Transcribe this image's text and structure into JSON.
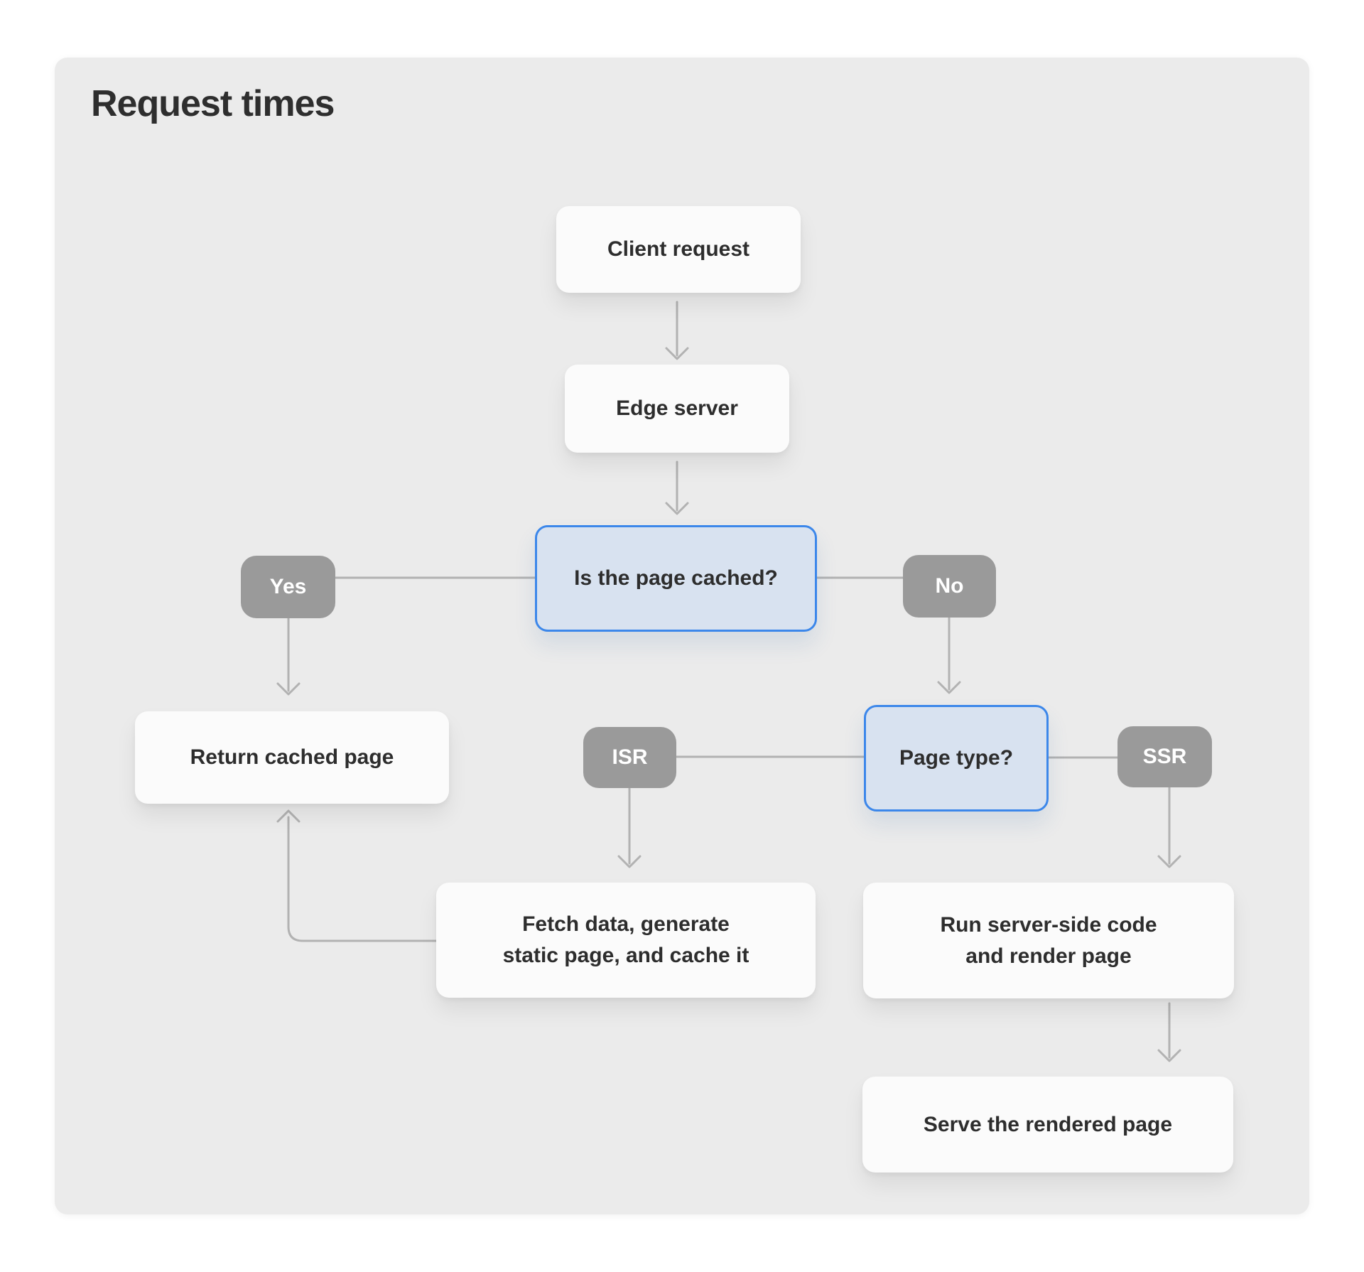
{
  "title": "Request times",
  "colors": {
    "page_background": "#ffffff",
    "card_background": "#ebebeb",
    "node_background": "#fbfbfb",
    "node_text": "#2d2d2d",
    "decision_fill": "#d8e2f0",
    "decision_border": "#3c87ea",
    "pill_background": "#9a9a9a",
    "pill_text": "#ffffff",
    "connector": "#b2b2b2"
  },
  "nodes": {
    "client_request": {
      "label": "Client request"
    },
    "edge_server": {
      "label": "Edge server"
    },
    "is_cached": {
      "label": "Is the page cached?"
    },
    "yes": {
      "label": "Yes"
    },
    "no": {
      "label": "No"
    },
    "return_cached": {
      "label": "Return cached page"
    },
    "page_type": {
      "label": "Page type?"
    },
    "isr": {
      "label": "ISR"
    },
    "ssr": {
      "label": "SSR"
    },
    "fetch_data": {
      "line1": "Fetch data, generate",
      "line2": "static page, and cache it"
    },
    "run_ssr": {
      "line1": "Run server-side code",
      "line2": "and render page"
    },
    "serve_page": {
      "label": "Serve the rendered page"
    }
  },
  "edges": [
    {
      "from": "client_request",
      "to": "edge_server",
      "label": ""
    },
    {
      "from": "edge_server",
      "to": "is_cached",
      "label": ""
    },
    {
      "from": "is_cached",
      "to": "return_cached",
      "label": "Yes"
    },
    {
      "from": "is_cached",
      "to": "page_type",
      "label": "No"
    },
    {
      "from": "page_type",
      "to": "fetch_data",
      "label": "ISR"
    },
    {
      "from": "page_type",
      "to": "run_ssr",
      "label": "SSR"
    },
    {
      "from": "run_ssr",
      "to": "serve_page",
      "label": ""
    },
    {
      "from": "fetch_data",
      "to": "return_cached",
      "label": ""
    }
  ]
}
